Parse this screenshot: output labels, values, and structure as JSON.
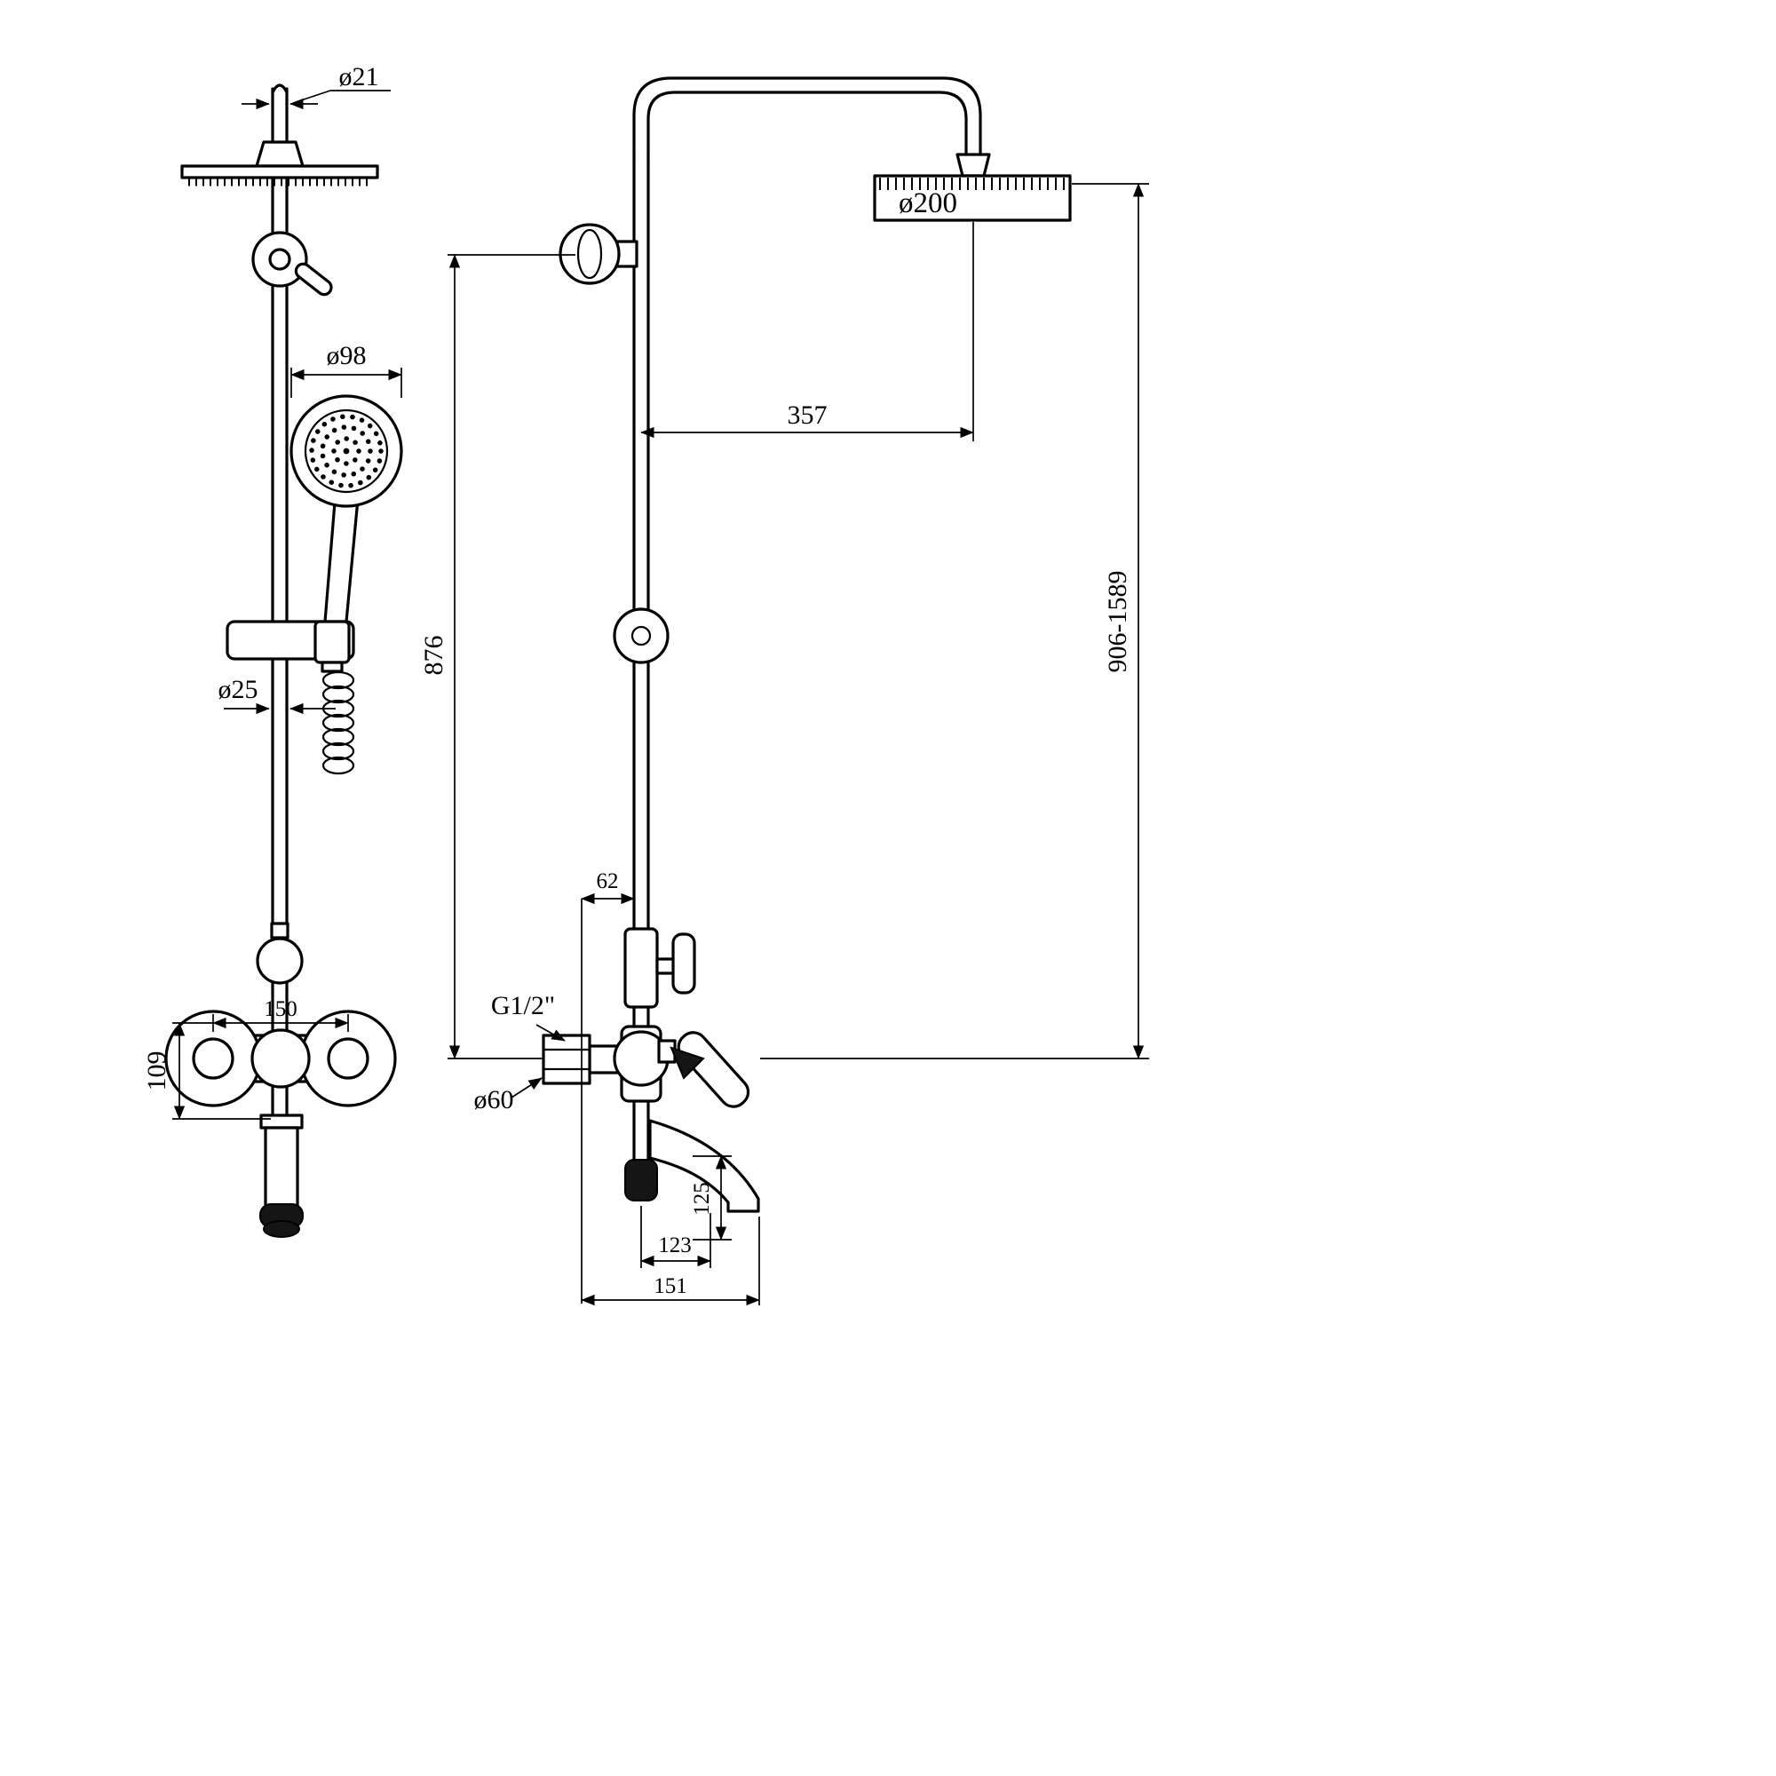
{
  "dimensions": {
    "top_pipe_diameter": "ø21",
    "hand_shower_diameter": "ø98",
    "riser_diameter": "ø25",
    "rain_head_diameter": "ø200",
    "arm_projection": "357",
    "bracket_height": "876",
    "total_height_range": "906-1589",
    "valve_offset": "62",
    "inlet_thread": "G1/2\"",
    "escutcheon_diameter": "ø60",
    "mixer_height": "109",
    "inlet_spacing": "150",
    "spout_drop": "125",
    "spout_reach_inner": "123",
    "spout_reach_outer": "151"
  }
}
